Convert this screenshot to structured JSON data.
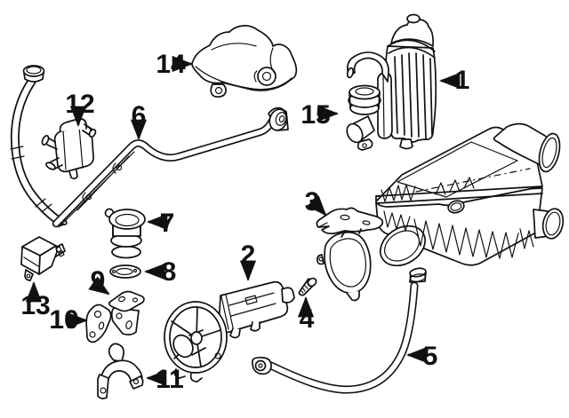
{
  "diagram": {
    "type": "exploded-parts-line-diagram",
    "background_color": "#ffffff",
    "line_color": "#111111",
    "callouts": [
      {
        "text": "1"
      },
      {
        "text": "2"
      },
      {
        "text": "3"
      },
      {
        "text": "4"
      },
      {
        "text": "5"
      },
      {
        "text": "6"
      },
      {
        "text": "7"
      },
      {
        "text": "8"
      },
      {
        "text": "9"
      },
      {
        "text": "10"
      },
      {
        "text": "11"
      },
      {
        "text": "12"
      },
      {
        "text": "13"
      },
      {
        "text": "14"
      },
      {
        "text": "15"
      }
    ]
  }
}
